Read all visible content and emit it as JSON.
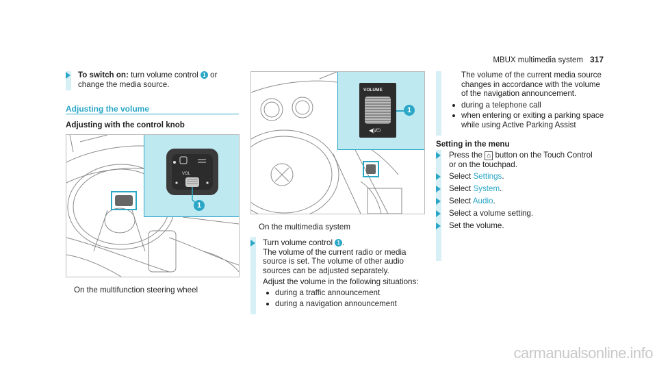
{
  "header": {
    "title": "MBUX multimedia system",
    "page": "317"
  },
  "col1": {
    "step1": {
      "bold": "To switch on:",
      "text1": " turn volume control ",
      "num": "1",
      "text2": " or",
      "line2": "change the media source."
    },
    "section_title": "Adjusting the volume",
    "subheading": "Adjusting with the control knob",
    "figure_num": "1",
    "caption": "On the multifunction steering wheel"
  },
  "col2": {
    "figure_label": "VOLUME",
    "figure_num": "1",
    "caption": "On the multimedia system",
    "step": {
      "line1a": "Turn volume control ",
      "num": "1",
      "line1b": ".",
      "lines": [
        "The volume of the current radio or media",
        "source is set. The volume of other audio",
        "sources can be adjusted separately."
      ],
      "adjust": "Adjust the volume in the following situations:",
      "bullets": [
        "during a traffic announcement",
        "during a navigation announcement"
      ]
    }
  },
  "col3": {
    "lines": [
      "The volume of the current media source",
      "changes in accordance with the volume",
      "of the navigation announcement."
    ],
    "bullets": [
      "during a telephone call"
    ],
    "bullet2": [
      "when entering or exiting a parking space",
      "while using Active Parking Assist"
    ],
    "menu_heading": "Setting in the menu",
    "press": {
      "a": "Press the ",
      "icon": "⌂",
      "b": " button on the Touch Control",
      "c": "or on the touchpad."
    },
    "sel1": {
      "a": "Select ",
      "b": "Settings",
      "c": "."
    },
    "sel2": {
      "a": "Select ",
      "b": "System",
      "c": "."
    },
    "sel3": {
      "a": "Select ",
      "b": "Audio",
      "c": "."
    },
    "sel4": "Select a volume setting.",
    "sel5": "Set the volume."
  },
  "colors": {
    "accent": "#2aa6c6",
    "callout_bg": "#bfe9f1"
  },
  "watermark": "carmanualsonline.info"
}
